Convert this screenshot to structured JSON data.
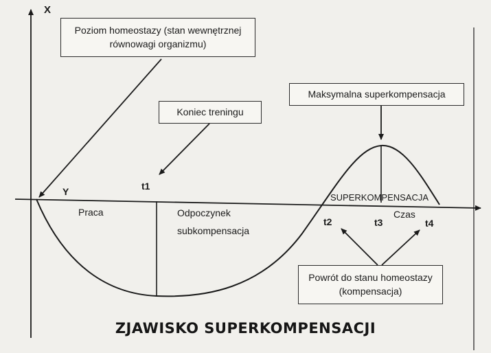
{
  "diagram": {
    "title": "ZJAWISKO SUPERKOMPENSACJI",
    "axis_y_label": "X",
    "axis_x_label": "Czas",
    "point_y_label": "Y",
    "time_marks": {
      "t1": "t1",
      "t2": "t2",
      "t3": "t3",
      "t4": "t4"
    },
    "phase_labels": {
      "praca": "Praca",
      "odpoczynek_line1": "Odpoczynek",
      "odpoczynek_line2": "subkompensacja",
      "superkompensacja": "SUPERKOMPENSACJA"
    },
    "callouts": {
      "homeostasis_line1": "Poziom homeostazy (stan wewnętrznej",
      "homeostasis_line2": "równowagi organizmu)",
      "end_training": "Koniec treningu",
      "max_super": "Maksymalna superkompensacja",
      "return_line1": "Powrót do stanu homeostazy",
      "return_line2": "(kompensacja)"
    }
  }
}
